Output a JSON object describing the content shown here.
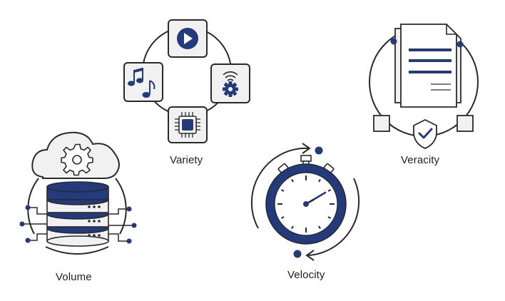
{
  "labels": {
    "variety": "Variety",
    "veracity": "Veracity",
    "volume": "Volume",
    "velocity": "Velocity"
  },
  "colors": {
    "navy": "#233a7c",
    "ink": "#2a2a2a",
    "card": "#f1f1f1",
    "background": "#ffffff"
  },
  "icons": {
    "variety": [
      "play-icon",
      "music-notes-icon",
      "wireless-gear-icon",
      "chip-icon"
    ],
    "veracity": [
      "document-icon",
      "shield-check-icon"
    ],
    "volume": [
      "cloud-gear-icon",
      "database-icon"
    ],
    "velocity": [
      "stopwatch-icon"
    ]
  }
}
